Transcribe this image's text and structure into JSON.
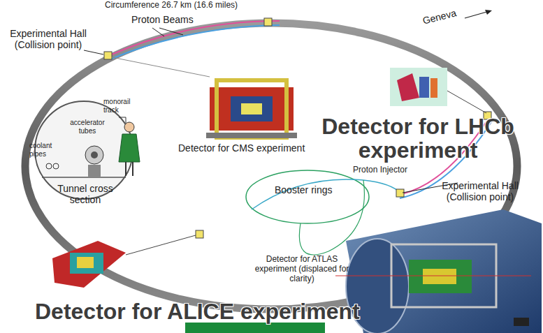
{
  "diagram": {
    "labels": [
      "Circumference 26.7 km (16.6 miles)",
      "Proton Beams",
      "Geneva",
      "Experimental Hall (Collision point)",
      "monorail track",
      "accelerator tubes",
      "coolant pipes",
      "Tunnel cross section",
      "Detector for CMS experiment",
      "Detector for LHCb experiment",
      "Proton Injector",
      "Booster rings",
      "Experimental Hall (Collision point)",
      "Detector for ATLAS experiment (displaced for clarity)",
      "Detector for ALICE experiment"
    ]
  }
}
